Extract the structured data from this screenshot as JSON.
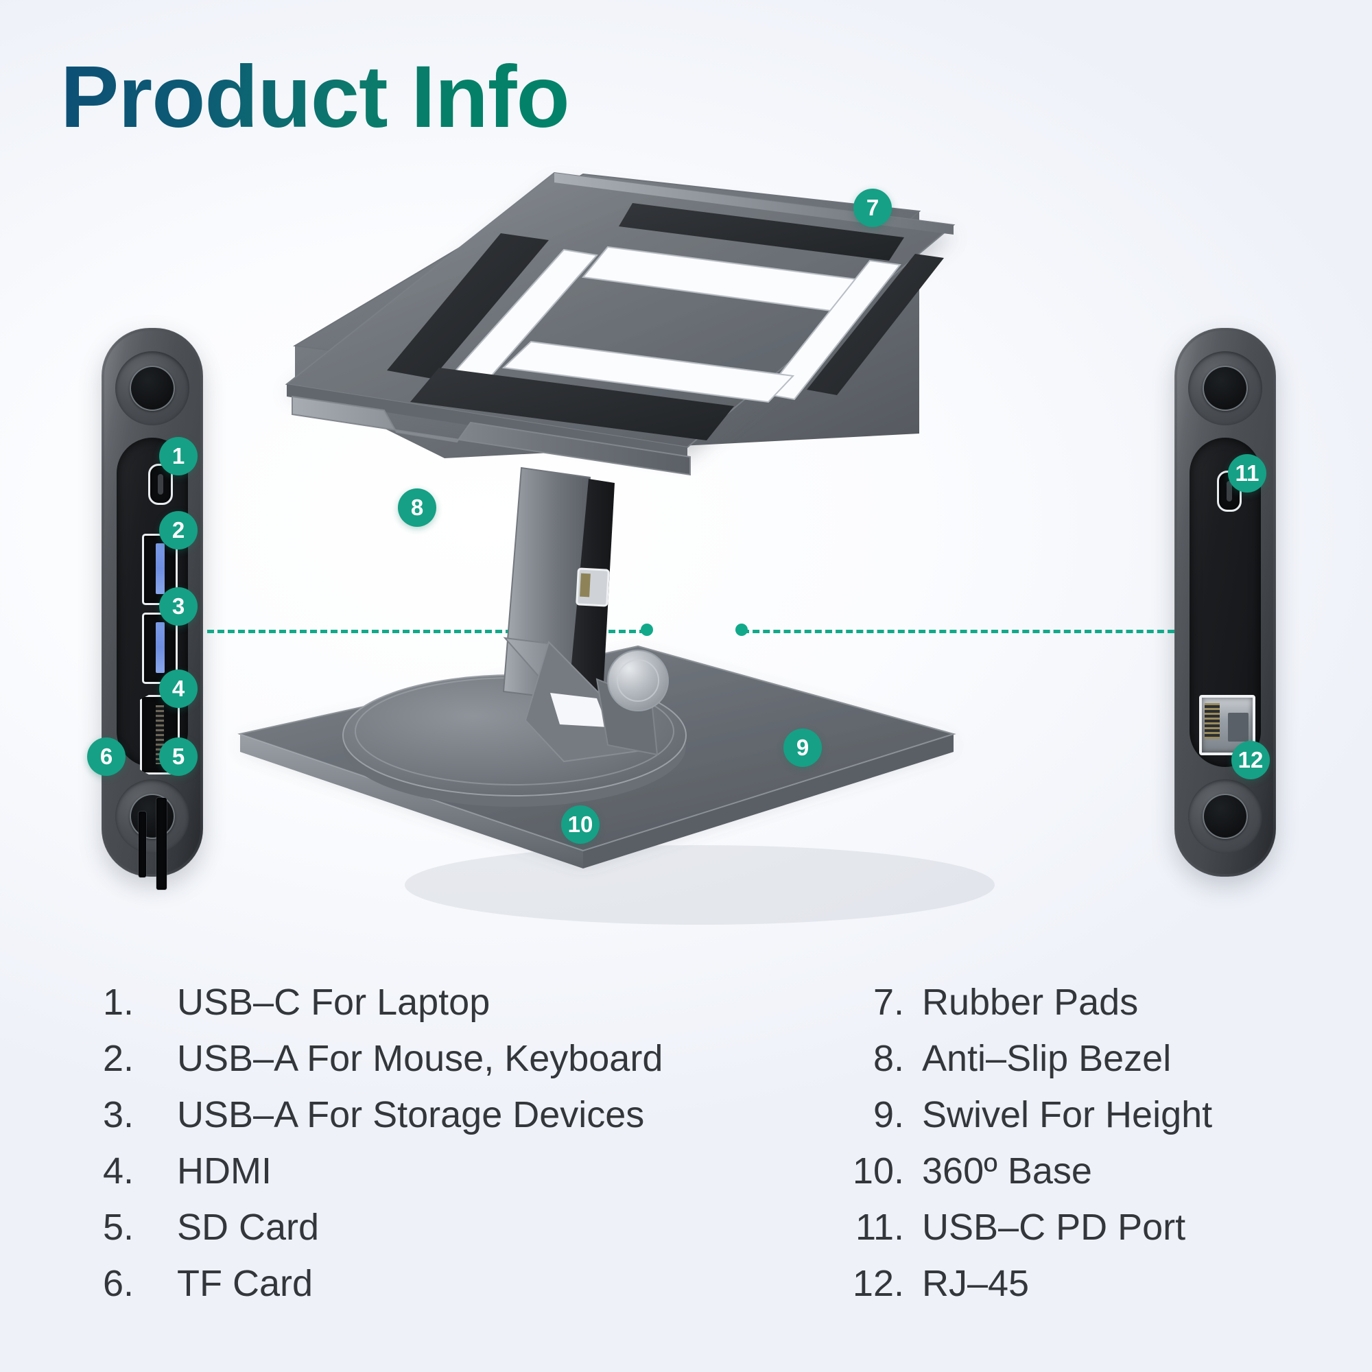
{
  "header": {
    "title": "Product Info",
    "title_gradient_from": "#0d4f75",
    "title_gradient_to": "#04836a"
  },
  "theme": {
    "badge_color": "#16a085",
    "dash_line_color": "#12a98a",
    "body_text_color": "#33373b",
    "background": "#f2f4fa"
  },
  "callouts": {
    "left_panel": [
      {
        "id": "1",
        "port": "usb-c"
      },
      {
        "id": "2",
        "port": "usb-a"
      },
      {
        "id": "3",
        "port": "usb-a"
      },
      {
        "id": "4",
        "port": "hdmi"
      },
      {
        "id": "5",
        "port": "sd-card-slot"
      },
      {
        "id": "6",
        "port": "tf-card-slot"
      }
    ],
    "right_panel": [
      {
        "id": "11",
        "port": "usb-c-pd"
      },
      {
        "id": "12",
        "port": "rj-45"
      }
    ],
    "stand": [
      {
        "id": "7",
        "part": "rubber-pads"
      },
      {
        "id": "8",
        "part": "anti-slip-bezel"
      },
      {
        "id": "9",
        "part": "swivel-knob"
      },
      {
        "id": "10",
        "part": "rotating-base"
      }
    ]
  },
  "legend": {
    "left": [
      {
        "num": "1.",
        "label": "USB–C For Laptop"
      },
      {
        "num": "2.",
        "label": "USB–A For Mouse, Keyboard"
      },
      {
        "num": "3.",
        "label": "USB–A For Storage Devices"
      },
      {
        "num": "4.",
        "label": "HDMI"
      },
      {
        "num": "5.",
        "label": "SD Card"
      },
      {
        "num": "6.",
        "label": "TF Card"
      }
    ],
    "right": [
      {
        "num": "7.",
        "label": "Rubber Pads"
      },
      {
        "num": "8.",
        "label": "Anti–Slip Bezel"
      },
      {
        "num": "9.",
        "label": "Swivel For Height"
      },
      {
        "num": "10.",
        "label": "360º Base"
      },
      {
        "num": "11.",
        "label": "USB–C PD Port"
      },
      {
        "num": "12.",
        "label": "RJ–45"
      }
    ]
  }
}
